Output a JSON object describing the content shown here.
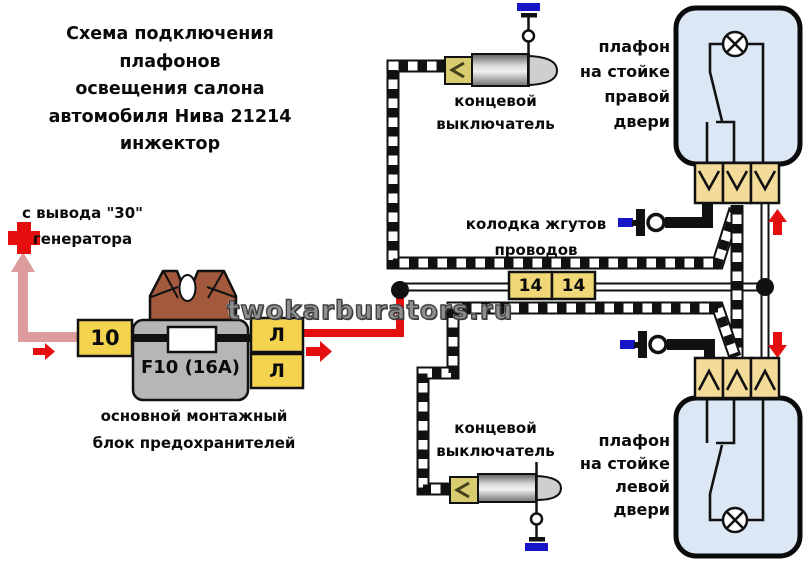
{
  "title": {
    "lines": [
      "Схема подключения",
      "плафонов",
      "освещения салона",
      "автомобиля Нива 21214",
      "инжектор"
    ]
  },
  "power_source": {
    "label_lines": [
      "с вывода \"30\"",
      "генератора"
    ]
  },
  "fuse_block": {
    "input_pin": "10",
    "fuse_label": "F10 (16A)",
    "output_pins": [
      "Л",
      "Л"
    ],
    "caption_lines": [
      "основной монтажный",
      "блок предохранителей"
    ]
  },
  "harness_connector": {
    "label_lines": [
      "колодка жгутов",
      "проводов"
    ],
    "pins": [
      "14",
      "14"
    ]
  },
  "door_switch_top": {
    "label_lines": [
      "концевой",
      "выключатель"
    ]
  },
  "door_switch_bottom": {
    "label_lines": [
      "концевой",
      "выключатель"
    ]
  },
  "lamp_right_door": {
    "label_lines": [
      "плафон",
      "на стойке",
      "правой",
      "двери"
    ]
  },
  "lamp_left_door": {
    "label_lines": [
      "плафон",
      "на стойке",
      "левой",
      "двери"
    ]
  },
  "watermark": "twokarburators.ru",
  "colors": {
    "power_red": "#e60f0f",
    "ground_blue": "#1616c8",
    "pin_yellow": "#f4d44f",
    "connector_yellow": "#f0d878",
    "terminal_beige": "#f3dc9a",
    "switch_connector_olive": "#d8cc70",
    "plafond_blue": "#dbe7f4",
    "fuse_gray": "#b6b6b6",
    "connector_brown": "#a3593b",
    "flow_pink": "#dc9c9c",
    "watermark_gray": "#8f8f8f"
  }
}
